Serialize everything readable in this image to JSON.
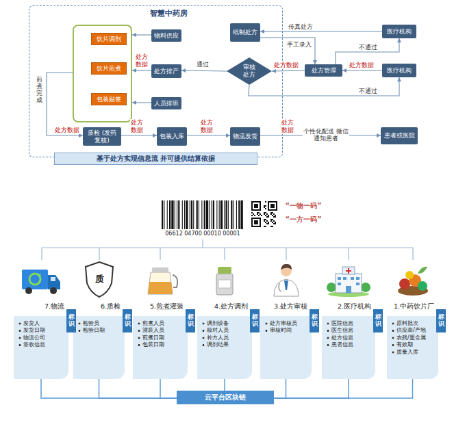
{
  "diagram": {
    "nodes": [
      {
        "text": [
          "智慧中药房"
        ]
      },
      {
        "text": [
          "纸制处方"
        ],
        "in": 0
      },
      {
        "text": [
          "审核处方"
        ],
        "in": 0
      },
      {
        "text": [
          "处方排产"
        ],
        "in": 0
      },
      {
        "text": [
          "物料供应"
        ],
        "in": 0
      },
      {
        "text": [
          "人员排班"
        ],
        "in": 0
      },
      {
        "text": [],
        "in": 0
      },
      {
        "text": [
          "饮片调剂"
        ],
        "in": 6
      },
      {
        "text": [
          "饮片煎煮"
        ],
        "in": 6
      },
      {
        "text": [
          "包装贴签"
        ],
        "in": 6
      },
      {
        "text": [
          "质检 (发药复核)"
        ],
        "in": 0
      },
      {
        "text": [
          "包装入库"
        ],
        "in": 0
      },
      {
        "text": [
          "物流发货"
        ],
        "in": 0
      },
      {
        "text": [
          "基于处方实现信息流 并可提供结算依据"
        ],
        "in": 0
      },
      {
        "text": [
          "医疗机构"
        ]
      },
      {
        "text": [
          "处方管理"
        ]
      },
      {
        "text": [
          "医疗机构"
        ]
      },
      {
        "text": [
          "患者或医院"
        ]
      },
      {
        "text": [
          "1.中药饮片厂",
          "原料批次",
          "供应商/产地",
          "农残/重金属",
          "有效期",
          "质量入库"
        ]
      },
      {
        "text": [
          "标识"
        ],
        "in": 18
      },
      {
        "text": [
          "2.医疗机构",
          "医院信息",
          "医生信息",
          "处方信息",
          "患者信息"
        ]
      },
      {
        "text": [
          "标识"
        ],
        "in": 20
      },
      {
        "text": [
          "3.处方审核",
          "处方审核员",
          "审核时间"
        ]
      },
      {
        "text": [
          "标识"
        ],
        "in": 22
      },
      {
        "text": [
          "4.处方调剂",
          "调剂设备",
          "核对人员",
          "补方人员",
          "调剂结果"
        ]
      },
      {
        "text": [
          "标识"
        ],
        "in": 24
      },
      {
        "text": [
          "5.煎煮灌装",
          "煎煮人员",
          "灌装人员",
          "煎煮日期",
          "包装日期"
        ]
      },
      {
        "text": [
          "标识"
        ],
        "in": 26
      },
      {
        "text": [
          "6.质检",
          "检验员",
          "检验日期"
        ]
      },
      {
        "text": [
          "标识"
        ],
        "in": 28
      },
      {
        "text": [
          "7.物流",
          "发货人",
          "发货日期",
          "物流公司",
          "签收信息"
        ]
      },
      {
        "text": [
          "标识"
        ],
        "in": 30
      },
      {
        "text": [
          "云平台区块链"
        ]
      }
    ],
    "edges": [
      {
        "from": 14,
        "to": 1,
        "label": "传真处方",
        "arrow": "to"
      },
      {
        "from": 1,
        "to": 15,
        "label": "手工录入",
        "arrow": "to"
      },
      {
        "from": 16,
        "to": 15,
        "label": "处方数据",
        "arrow": "to"
      },
      {
        "from": 15,
        "to": 14,
        "label": "不通过",
        "arrow": "to"
      },
      {
        "from": 15,
        "to": 2,
        "label": "处方数据",
        "arrow": "to"
      },
      {
        "from": 2,
        "to": 16,
        "label": "不通过",
        "arrow": "to"
      },
      {
        "from": 2,
        "to": 3,
        "label": "通过",
        "arrow": "to"
      },
      {
        "from": 3,
        "to": 6,
        "label": "处方数据",
        "arrow": "to"
      },
      {
        "from": 4,
        "to": 6,
        "arrow": "to"
      },
      {
        "from": 5,
        "to": 6,
        "arrow": "to"
      },
      {
        "from": 6,
        "to": 10,
        "label": "煎煮完成",
        "arrow": "to"
      },
      {
        "from": 10,
        "to": 11,
        "label": "处方数据",
        "arrow": "to"
      },
      {
        "from": 11,
        "to": 12,
        "label": "处方数据",
        "arrow": "to"
      },
      {
        "from": 12,
        "to": 17,
        "label": "处方数据",
        "arrow": "to"
      },
      {
        "from": 18,
        "to": 32,
        "arrow": "none"
      },
      {
        "from": 20,
        "to": 32,
        "arrow": "none"
      },
      {
        "from": 22,
        "to": 32,
        "arrow": "none"
      },
      {
        "from": 24,
        "to": 32,
        "arrow": "none"
      },
      {
        "from": 26,
        "to": 32,
        "arrow": "none"
      },
      {
        "from": 28,
        "to": 32,
        "arrow": "none"
      },
      {
        "from": 30,
        "to": 32,
        "arrow": "none"
      }
    ],
    "labels": [
      "处方数据",
      "个性化配送 微信通知患者",
      "06612 04700 00010 00001",
      "“一物一码”",
      "“一方一码”",
      "质"
    ]
  }
}
